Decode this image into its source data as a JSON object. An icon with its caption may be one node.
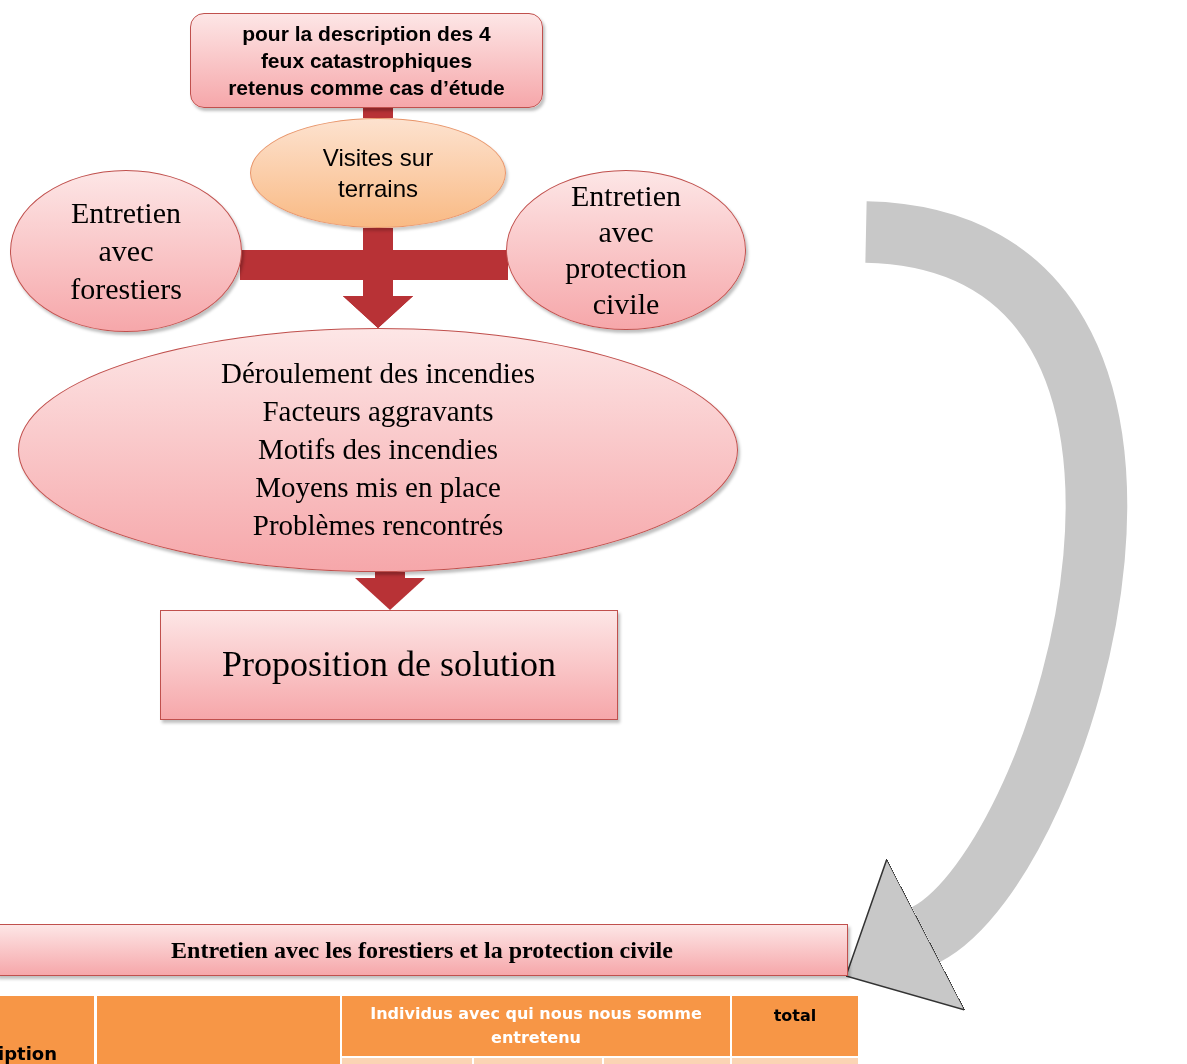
{
  "diagram": {
    "nodes": [
      {
        "text": [
          "pour la description des 4 feux catastrophiques retenus comme cas d’étude"
        ]
      },
      {
        "text": [
          "Visites sur terrains"
        ]
      },
      {
        "text": [
          "Entretien avec forestiers"
        ]
      },
      {
        "text": [
          "Entretien avec protection civile"
        ]
      },
      {
        "text": [
          "Déroulement des incendies",
          "Facteurs aggravants",
          "Motifs  des incendies",
          "Moyens mis en place",
          "Problèmes rencontrés"
        ]
      },
      {
        "text": [
          "Proposition de solution"
        ]
      },
      {
        "text": [
          "Entretien avec les forestiers et la protection civile"
        ]
      }
    ],
    "edges": [
      {
        "from": 0,
        "to": 1,
        "arrow": "none"
      },
      {
        "from": 1,
        "to": 4,
        "arrow": "to"
      },
      {
        "from": 2,
        "to": 4,
        "arrow": "to"
      },
      {
        "from": 3,
        "to": 4,
        "arrow": "to"
      },
      {
        "from": 4,
        "to": 5,
        "arrow": "to"
      },
      {
        "from": null,
        "to": 6,
        "arrow": "to",
        "style": "thick",
        "color": "#c8c8c8"
      }
    ],
    "labels": [
      "iption",
      "Individus avec qui nous nous somme entretenu",
      "total"
    ]
  }
}
